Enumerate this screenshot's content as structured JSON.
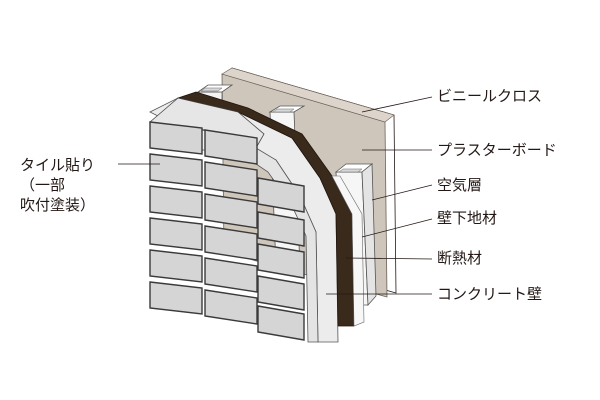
{
  "diagram": {
    "labels": {
      "vinyl_cloth": "ビニールクロス",
      "plasterboard": "プラスターボード",
      "air_layer": "空気層",
      "wall_base": "壁下地材",
      "insulation": "断熱材",
      "concrete_wall": "コンクリート壁",
      "tile_line1": "タイル貼り",
      "tile_line2": "（一部",
      "tile_line3": "吹付塗装）"
    },
    "colors": {
      "vinyl_cloth": "#ffffff",
      "plasterboard": "#cfc6bb",
      "furring_stud": "#ffffff",
      "insulation": "#3a2a1c",
      "concrete": "#e9e9e9",
      "tile_face": "#d5d5d5",
      "tile_joint": "#3a3a3a",
      "leader_line": "#231815"
    }
  }
}
